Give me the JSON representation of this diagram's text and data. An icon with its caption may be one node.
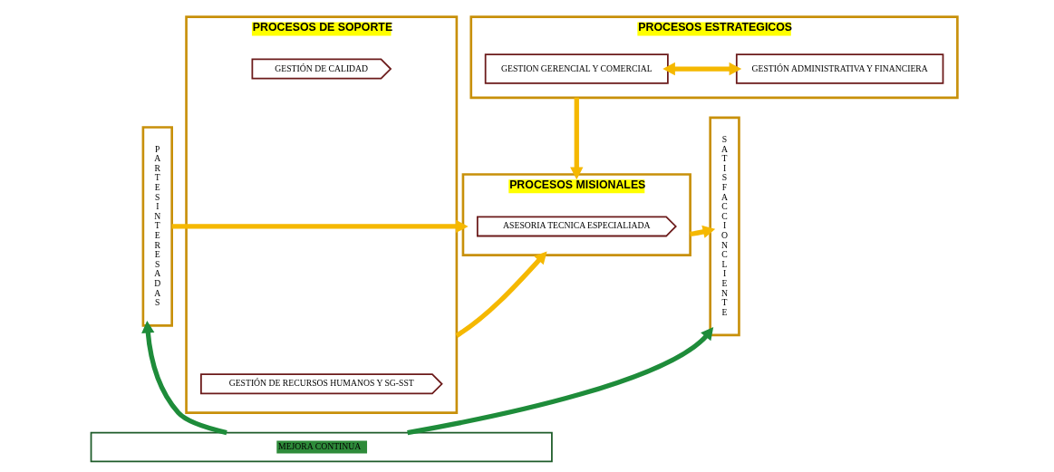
{
  "diagram": {
    "nodes": [
      {
        "text": [
          "P A R T E S I N T E R E S A D A S"
        ]
      },
      {
        "text": [
          "PROCESOS ESTRATEGICOS"
        ]
      },
      {
        "text": [
          "GESTION GERENCIAL Y COMERCIAL"
        ],
        "in": 1
      },
      {
        "text": [
          "GESTIÓN ADMINISTRATIVA Y FINANCIERA"
        ],
        "in": 1
      },
      {
        "text": [
          "PROCESOS MISIONALES"
        ]
      },
      {
        "text": [
          "ASESORIA TECNICA ESPECIALIADA"
        ],
        "in": 4
      },
      {
        "text": [
          "PROCESOS DE SOPORTE"
        ]
      },
      {
        "text": [
          "GESTIÓN DE RECURSOS HUMANOS Y SG-SST"
        ],
        "in": 6
      },
      {
        "text": [
          "GESTIÓN DE CALIDAD"
        ],
        "in": 6
      },
      {
        "text": [
          "S A T I S F A C C I O N C L I E N T E"
        ]
      },
      {
        "text": [
          "MEJORA CONTINUA"
        ]
      }
    ],
    "edges": [
      {
        "from": 2,
        "to": 3,
        "arrow": "both"
      },
      {
        "from": 1,
        "to": 4,
        "arrow": "to"
      },
      {
        "from": 6,
        "to": 4,
        "arrow": "to"
      },
      {
        "from": 0,
        "to": 4,
        "arrow": "to"
      },
      {
        "from": 4,
        "to": 9,
        "arrow": "to"
      },
      {
        "from": 10,
        "to": 0,
        "arrow": "to",
        "color": "#1e8c3a"
      },
      {
        "from": 10,
        "to": 9,
        "arrow": "to",
        "color": "#1e8c3a"
      }
    ]
  }
}
